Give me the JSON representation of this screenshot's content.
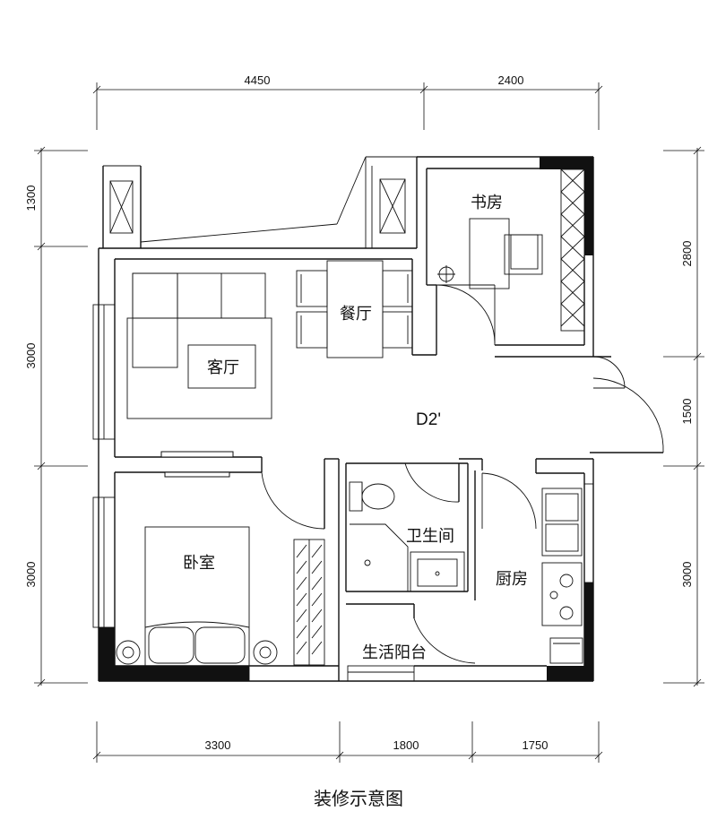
{
  "dimensions": {
    "top": [
      "4450",
      "2400"
    ],
    "bottom": [
      "3300",
      "1800",
      "1750"
    ],
    "left": [
      "1300",
      "3000",
      "3000"
    ],
    "right": [
      "2800",
      "1500",
      "3000"
    ]
  },
  "rooms": {
    "study": "书房",
    "dining": "餐厅",
    "living": "客厅",
    "bedroom": "卧室",
    "bathroom": "卫生间",
    "kitchen": "厨房",
    "balcony": "生活阳台"
  },
  "unit_code": "D2'",
  "caption": "装修示意图"
}
